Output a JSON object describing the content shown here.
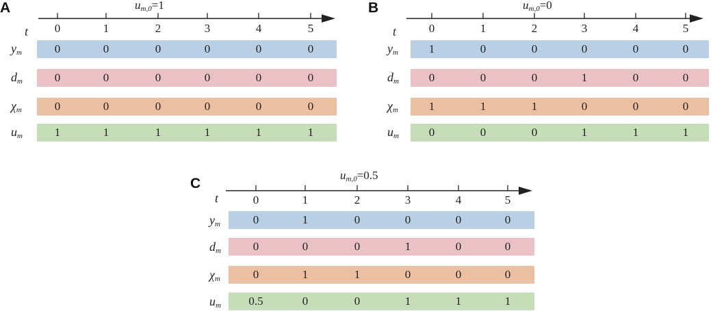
{
  "colors": {
    "y": "#b9cfe6",
    "d": "#eac2c6",
    "chi": "#ebbfa2",
    "u": "#c6deb8",
    "axis": "#222222"
  },
  "panels": [
    {
      "label": "A",
      "param": {
        "var": "u",
        "sub": "m,0",
        "value": "=1"
      },
      "axis_label": "t",
      "ticks": [
        "0",
        "1",
        "2",
        "3",
        "4",
        "5"
      ],
      "rows": [
        {
          "name": "y",
          "sub": "m",
          "values": [
            "0",
            "0",
            "0",
            "0",
            "0",
            "0"
          ]
        },
        {
          "name": "d",
          "sub": "m",
          "values": [
            "0",
            "0",
            "0",
            "0",
            "0",
            "0"
          ]
        },
        {
          "name": "χ",
          "sub": "m",
          "values": [
            "0",
            "0",
            "0",
            "0",
            "0",
            "0"
          ]
        },
        {
          "name": "u",
          "sub": "m",
          "values": [
            "1",
            "1",
            "1",
            "1",
            "1",
            "1"
          ]
        }
      ]
    },
    {
      "label": "B",
      "param": {
        "var": "u",
        "sub": "m,0",
        "value": "=0"
      },
      "axis_label": "t",
      "ticks": [
        "0",
        "1",
        "2",
        "3",
        "4",
        "5"
      ],
      "rows": [
        {
          "name": "y",
          "sub": "m",
          "values": [
            "1",
            "0",
            "0",
            "0",
            "0",
            "0"
          ]
        },
        {
          "name": "d",
          "sub": "m",
          "values": [
            "0",
            "0",
            "0",
            "1",
            "0",
            "0"
          ]
        },
        {
          "name": "χ",
          "sub": "m",
          "values": [
            "1",
            "1",
            "1",
            "0",
            "0",
            "0"
          ]
        },
        {
          "name": "u",
          "sub": "m",
          "values": [
            "0",
            "0",
            "0",
            "1",
            "1",
            "1"
          ]
        }
      ]
    },
    {
      "label": "C",
      "param": {
        "var": "u",
        "sub": "m,0",
        "value": "=0.5"
      },
      "axis_label": "t",
      "ticks": [
        "0",
        "1",
        "2",
        "3",
        "4",
        "5"
      ],
      "rows": [
        {
          "name": "y",
          "sub": "m",
          "values": [
            "0",
            "1",
            "0",
            "0",
            "0",
            "0"
          ]
        },
        {
          "name": "d",
          "sub": "m",
          "values": [
            "0",
            "0",
            "0",
            "1",
            "0",
            "0"
          ]
        },
        {
          "name": "χ",
          "sub": "m",
          "values": [
            "0",
            "1",
            "1",
            "0",
            "0",
            "0"
          ]
        },
        {
          "name": "u",
          "sub": "m",
          "values": [
            "0.5",
            "0",
            "0",
            "1",
            "1",
            "1"
          ]
        }
      ]
    }
  ]
}
